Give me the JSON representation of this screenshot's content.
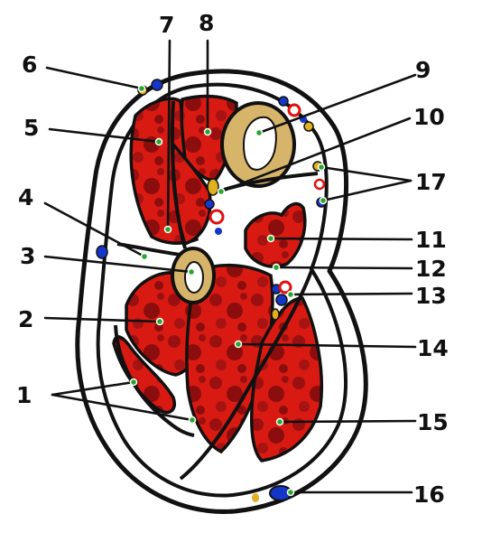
{
  "colors": {
    "muscle": "#d81a12",
    "muscle_dark": "#8c0d0d",
    "bone": "#d6b56a",
    "outline": "#111111",
    "vein": "#1537c9",
    "artery": "#e01010",
    "nerve": "#e0b020",
    "marker": "#2aa52a",
    "background": "#ffffff"
  },
  "labels": [
    {
      "id": "1",
      "text": "1"
    },
    {
      "id": "2",
      "text": "2"
    },
    {
      "id": "3",
      "text": "3"
    },
    {
      "id": "4",
      "text": "4"
    },
    {
      "id": "5",
      "text": "5"
    },
    {
      "id": "6",
      "text": "6"
    },
    {
      "id": "7",
      "text": "7"
    },
    {
      "id": "8",
      "text": "8"
    },
    {
      "id": "9",
      "text": "9"
    },
    {
      "id": "10",
      "text": "10"
    },
    {
      "id": "11",
      "text": "11"
    },
    {
      "id": "12",
      "text": "12"
    },
    {
      "id": "13",
      "text": "13"
    },
    {
      "id": "14",
      "text": "14"
    },
    {
      "id": "15",
      "text": "15"
    },
    {
      "id": "16",
      "text": "16"
    },
    {
      "id": "17",
      "text": "17"
    }
  ]
}
